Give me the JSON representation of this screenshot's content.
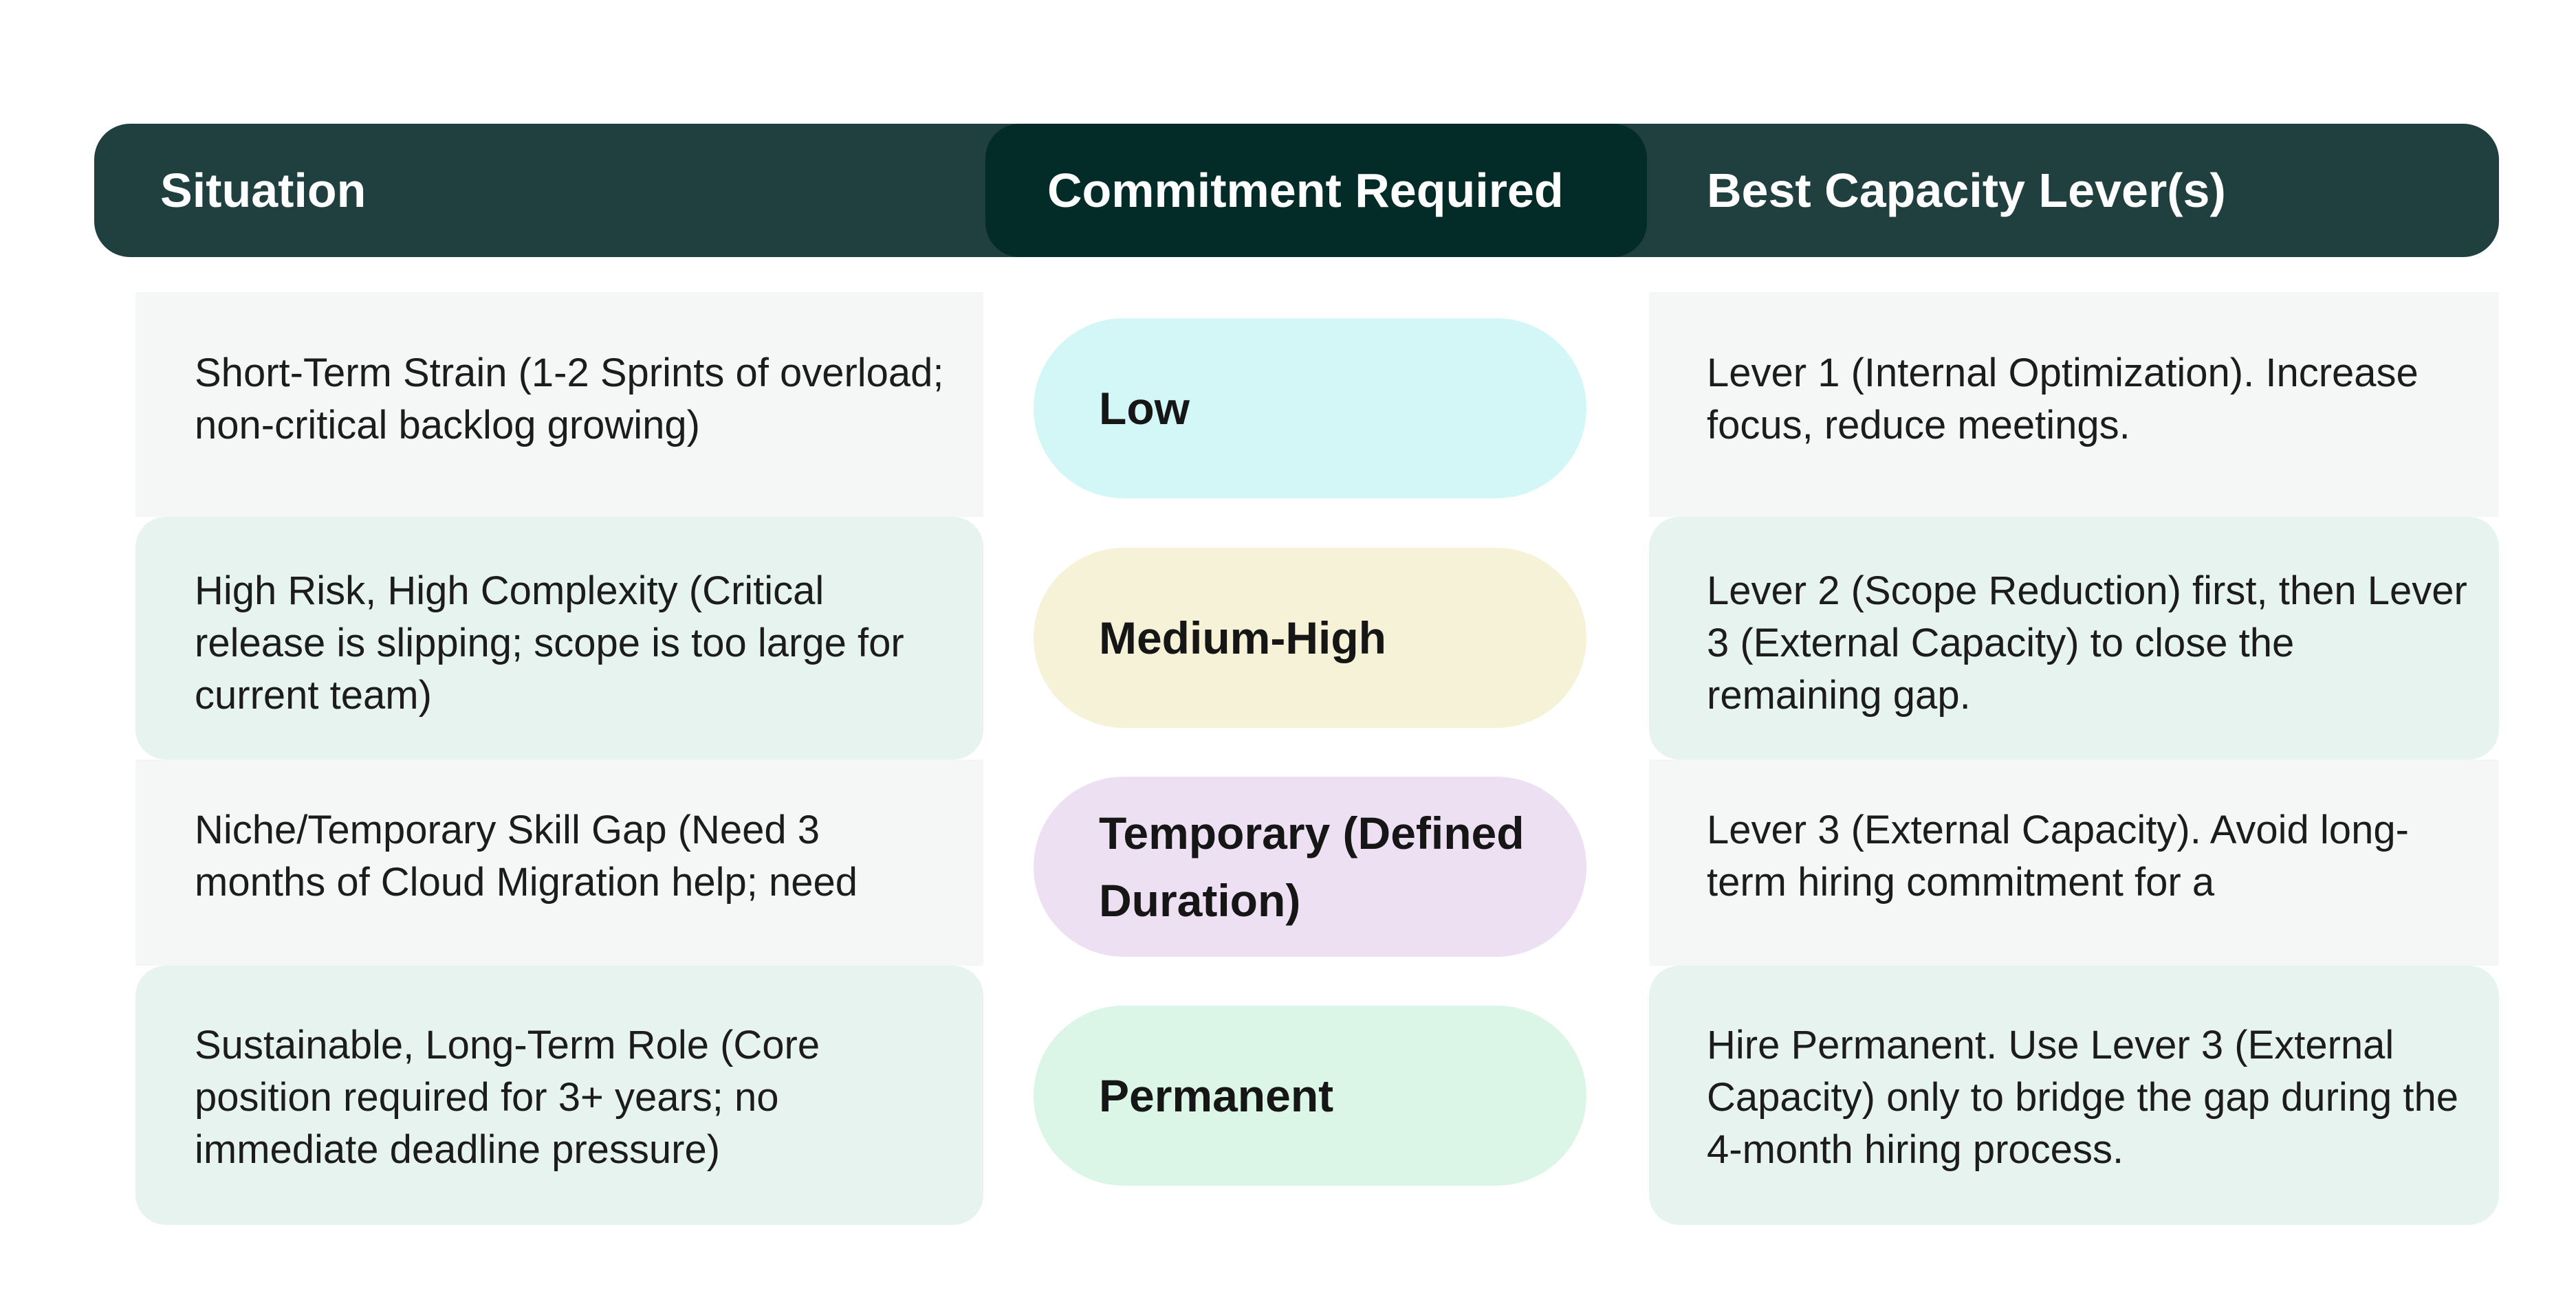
{
  "header": {
    "columns": [
      "Situation",
      "Commitment Required",
      "Best Capacity Lever(s)"
    ]
  },
  "colors": {
    "header_bg": "#1f403e",
    "header_highlight_bg": "#032c29",
    "row_odd_bg": "#f4f7f5",
    "row_even_bg": "#e7f3ee",
    "pill_low": "#d3f7f6",
    "pill_medium_high": "#f6f2d7",
    "pill_temporary": "#ede0f2",
    "pill_permanent": "#dbf6e7"
  },
  "rows": [
    {
      "situation": "Short-Term Strain (1-2 Sprints of overload; non-critical backlog growing)",
      "commitment": "Low",
      "lever": "Lever 1 (Internal Optimization). Increase focus, reduce meetings."
    },
    {
      "situation": "High Risk, High Complexity (Critical release is slipping; scope is too large for current team)",
      "commitment": "Medium-High",
      "lever": "Lever 2 (Scope Reduction) first, then Lever 3 (External Capacity) to close the remaining gap."
    },
    {
      "situation": "Niche/Temporary Skill Gap (Need 3 months of Cloud Migration help; need",
      "commitment": "Temporary (Defined Duration)",
      "lever": "Lever 3 (External Capacity). Avoid long-term hiring commitment for a"
    },
    {
      "situation": "Sustainable, Long-Term Role (Core position required for 3+ years; no immediate deadline pressure)",
      "commitment": "Permanent",
      "lever": "Hire Permanent. Use Lever 3 (External Capacity) only to bridge the gap during the 4-month hiring process."
    }
  ]
}
